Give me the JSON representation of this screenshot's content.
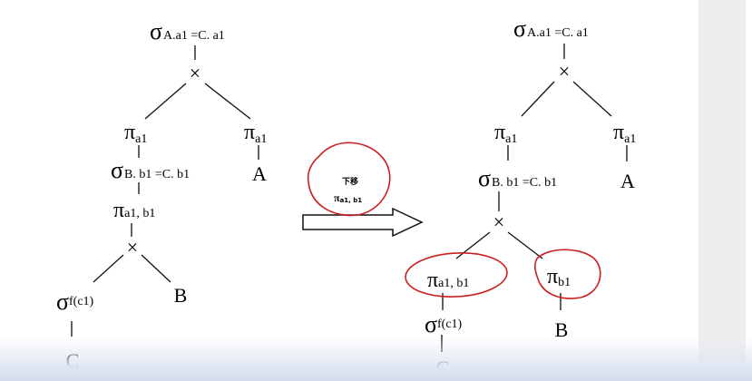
{
  "colors": {
    "ink": "#111111",
    "annotation": "#cc1f1f"
  },
  "left_tree": {
    "root": {
      "sym": "σ",
      "cond": "A.a1 =C. a1"
    },
    "cross1": "×",
    "proj_a": {
      "sym": "π",
      "attr": "a1"
    },
    "proj_b": {
      "sym": "π",
      "attr": "a1"
    },
    "leaf_a": "A",
    "sel_b": {
      "sym": "σ",
      "cond": "B. b1 =C. b1"
    },
    "proj_ab": {
      "sym": "π",
      "attr": "a1, b1"
    },
    "cross2": "×",
    "sel_c": {
      "sym": "σ",
      "cond": "f(c1)"
    },
    "leaf_b": "B",
    "leaf_c": "C"
  },
  "transform": {
    "note_title": "下移",
    "note_sym": "π",
    "note_attr": "a1, b1"
  },
  "right_tree": {
    "root": {
      "sym": "σ",
      "cond": "A.a1 =C. a1"
    },
    "cross1": "×",
    "proj_a": {
      "sym": "π",
      "attr": "a1"
    },
    "proj_b": {
      "sym": "π",
      "attr": "a1"
    },
    "leaf_a": "A",
    "sel_b": {
      "sym": "σ",
      "cond": "B. b1 =C. b1"
    },
    "cross2": "×",
    "proj_ab": {
      "sym": "π",
      "attr": "a1, b1"
    },
    "proj_b1": {
      "sym": "π",
      "attr": "b1"
    },
    "sel_c": {
      "sym": "σ",
      "cond": "f(c1)"
    },
    "leaf_b": "B",
    "leaf_c": "C"
  }
}
